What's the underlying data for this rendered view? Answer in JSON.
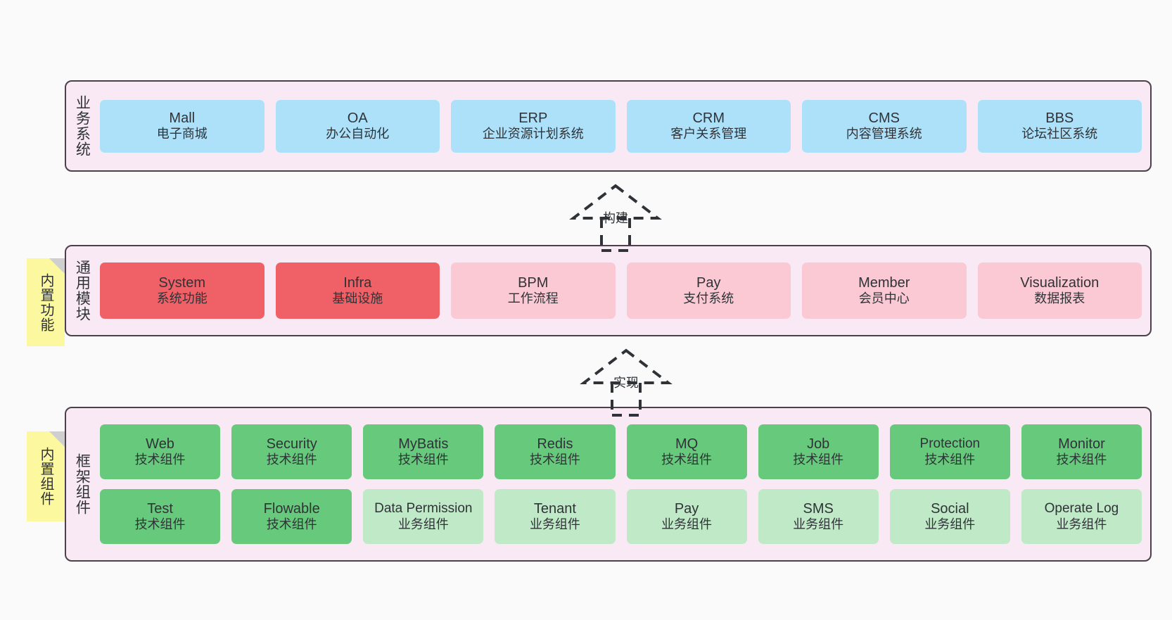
{
  "diagram": {
    "background": "#fafafa",
    "colors": {
      "layer_fill": "#f8e9f4",
      "layer_border": "#4a414a",
      "business_card": "#ade1fa",
      "module_strong": "#ef6166",
      "module_soft": "#fbc9d4",
      "framework_tech": "#67c97c",
      "framework_business": "#c0e9c8",
      "note_fill": "#fbf8a0",
      "note_fold": "#cfcfcf",
      "text": "#2f3337"
    }
  },
  "layers": {
    "business": {
      "title": "业务系统",
      "cards": [
        {
          "name": "Mall",
          "desc": "电子商城"
        },
        {
          "name": "OA",
          "desc": "办公自动化"
        },
        {
          "name": "ERP",
          "desc": "企业资源计划系统"
        },
        {
          "name": "CRM",
          "desc": "客户关系管理"
        },
        {
          "name": "CMS",
          "desc": "内容管理系统"
        },
        {
          "name": "BBS",
          "desc": "论坛社区系统"
        }
      ]
    },
    "modules": {
      "title": "通用模块",
      "note": "内置功能",
      "cards": [
        {
          "name": "System",
          "desc": "系统功能",
          "emphasis": "strong"
        },
        {
          "name": "Infra",
          "desc": "基础设施",
          "emphasis": "strong"
        },
        {
          "name": "BPM",
          "desc": "工作流程",
          "emphasis": "soft"
        },
        {
          "name": "Pay",
          "desc": "支付系统",
          "emphasis": "soft"
        },
        {
          "name": "Member",
          "desc": "会员中心",
          "emphasis": "soft"
        },
        {
          "name": "Visualization",
          "desc": "数据报表",
          "emphasis": "soft"
        }
      ]
    },
    "framework": {
      "title": "框架组件",
      "note": "内置组件",
      "row1": [
        {
          "name": "Web",
          "desc": "技术组件",
          "kind": "tech"
        },
        {
          "name": "Security",
          "desc": "技术组件",
          "kind": "tech"
        },
        {
          "name": "MyBatis",
          "desc": "技术组件",
          "kind": "tech"
        },
        {
          "name": "Redis",
          "desc": "技术组件",
          "kind": "tech"
        },
        {
          "name": "MQ",
          "desc": "技术组件",
          "kind": "tech"
        },
        {
          "name": "Job",
          "desc": "技术组件",
          "kind": "tech"
        },
        {
          "name": "Protection",
          "desc": "技术组件",
          "kind": "tech"
        },
        {
          "name": "Monitor",
          "desc": "技术组件",
          "kind": "tech"
        }
      ],
      "row2": [
        {
          "name": "Test",
          "desc": "技术组件",
          "kind": "tech"
        },
        {
          "name": "Flowable",
          "desc": "技术组件",
          "kind": "tech"
        },
        {
          "name": "Data Permission",
          "desc": "业务组件",
          "kind": "biz"
        },
        {
          "name": "Tenant",
          "desc": "业务组件",
          "kind": "biz"
        },
        {
          "name": "Pay",
          "desc": "业务组件",
          "kind": "biz"
        },
        {
          "name": "SMS",
          "desc": "业务组件",
          "kind": "biz"
        },
        {
          "name": "Social",
          "desc": "业务组件",
          "kind": "biz"
        },
        {
          "name": "Operate Log",
          "desc": "业务组件",
          "kind": "biz"
        }
      ]
    }
  },
  "connectors": [
    {
      "id": "build",
      "label": "构建"
    },
    {
      "id": "implement",
      "label": "实现"
    }
  ]
}
